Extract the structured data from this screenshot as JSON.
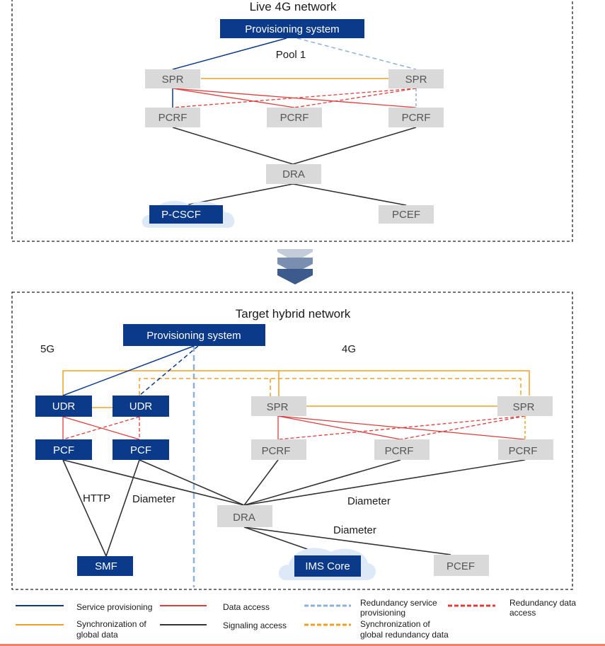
{
  "colors": {
    "navy": "#0b3a8a",
    "grey_box": "#d9d9d9",
    "service_provisioning": "#0b3a8a",
    "data_access": "#e03c3c",
    "sync_global": "#f0a020",
    "signaling": "#333333",
    "redundancy_service": "#8fb1d8",
    "redundancy_data": "#e03c3c",
    "sync_redundancy": "#f0a020",
    "cloud": "#dde9f6",
    "chevron_dark": "#3d5a8c",
    "chevron_light": "#a9b7cc"
  },
  "top": {
    "title": "Live 4G network",
    "provisioning": "Provisioning system",
    "pool": "Pool 1",
    "spr": "SPR",
    "pcrf": "PCRF",
    "dra": "DRA",
    "pcscf": "P-CSCF",
    "pcef": "PCEF"
  },
  "bottom": {
    "title": "Target hybrid network",
    "provisioning": "Provisioning system",
    "label_5g": "5G",
    "label_4g": "4G",
    "udr": "UDR",
    "pcf": "PCF",
    "spr": "SPR",
    "pcrf": "PCRF",
    "dra": "DRA",
    "smf": "SMF",
    "ims": "IMS Core",
    "pcef": "PCEF",
    "http": "HTTP",
    "diameter": "Diameter"
  },
  "legend": {
    "service_provisioning": "Service provisioning",
    "data_access": "Data access",
    "redundancy_service_1": "Redundancy service",
    "redundancy_service_2": "provisioning",
    "redundancy_data_1": "Redundancy data",
    "redundancy_data_2": "access",
    "sync_global_1": "Synchronization of",
    "sync_global_2": "global data",
    "signaling": "Signaling access",
    "sync_redundancy_1": "Synchronization of",
    "sync_redundancy_2": "global redundancy data"
  }
}
